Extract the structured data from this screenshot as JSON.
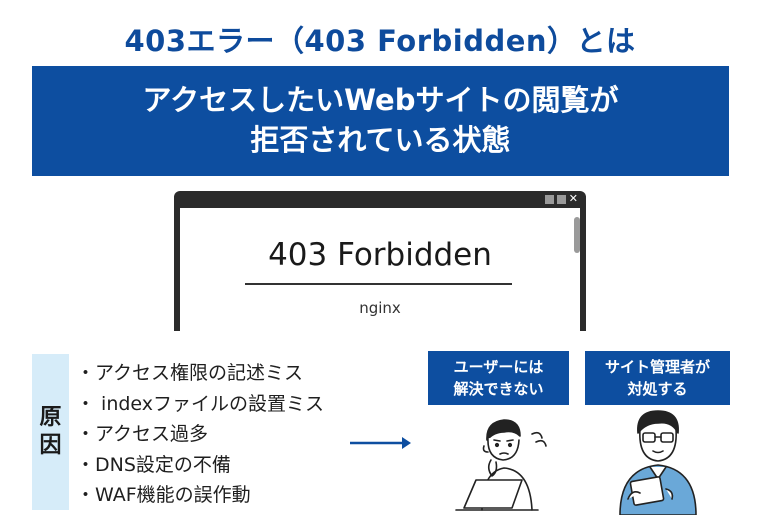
{
  "title": "403エラー（403 Forbidden）とは",
  "banner": {
    "line1": "アクセスしたいWebサイトの閲覧が",
    "line2": "拒否されている状態"
  },
  "browser": {
    "error_title": "403 Forbidden",
    "server": "nginx",
    "controls": [
      "minimize-icon",
      "maximize-icon",
      "close-icon"
    ]
  },
  "cause": {
    "label_top": "原",
    "label_bottom": "因",
    "items": [
      "・アクセス権限の記述ミス",
      "・ indexファイルの設置ミス",
      "・アクセス過多",
      "・DNS設定の不備",
      "・WAF機能の誤作動"
    ]
  },
  "user_box": {
    "line1": "ユーザーには",
    "line2": "解決できない"
  },
  "admin_box": {
    "line1": "サイト管理者が",
    "line2": "対処する"
  },
  "colors": {
    "brand": "#0d4ea0",
    "cause_bg": "#d6ecf9",
    "admin_shirt": "#6aa8d8"
  }
}
